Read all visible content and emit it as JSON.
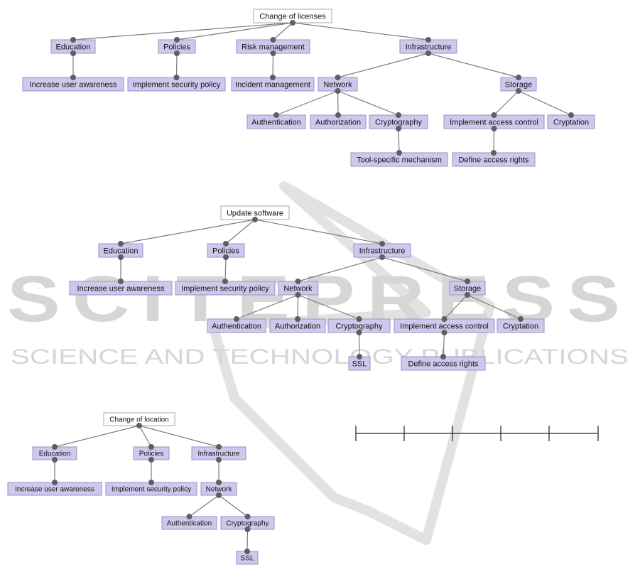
{
  "trees": [
    {
      "id": "tree-licenses",
      "root": {
        "id": "c0",
        "label": "Change of licenses"
      },
      "nodes": [
        {
          "id": "c1",
          "label": "Education",
          "parent": "c0"
        },
        {
          "id": "c2",
          "label": "Policies",
          "parent": "c0"
        },
        {
          "id": "c3",
          "label": "Risk management",
          "parent": "c0"
        },
        {
          "id": "c4",
          "label": "Infrastructure",
          "parent": "c0"
        },
        {
          "id": "c5",
          "label": "Increase user awareness",
          "parent": "c1"
        },
        {
          "id": "c6",
          "label": "Implement security policy",
          "parent": "c2"
        },
        {
          "id": "c7",
          "label": "Incident management",
          "parent": "c3"
        },
        {
          "id": "c8",
          "label": "Network",
          "parent": "c4"
        },
        {
          "id": "c9",
          "label": "Storage",
          "parent": "c4"
        },
        {
          "id": "c10",
          "label": "Authentication",
          "parent": "c8"
        },
        {
          "id": "c11",
          "label": "Authorization",
          "parent": "c8"
        },
        {
          "id": "c12",
          "label": "Cryptography",
          "parent": "c8"
        },
        {
          "id": "c13",
          "label": "Implement access control",
          "parent": "c9"
        },
        {
          "id": "c14",
          "label": "Cryptation",
          "parent": "c9"
        },
        {
          "id": "c15",
          "label": "Tool-specific mechanism",
          "parent": "c12"
        },
        {
          "id": "c16",
          "label": "Define access rights",
          "parent": "c13"
        }
      ]
    },
    {
      "id": "tree-update",
      "root": {
        "id": "u0",
        "label": "Update software"
      },
      "nodes": [
        {
          "id": "u1",
          "label": "Education",
          "parent": "u0"
        },
        {
          "id": "u2",
          "label": "Policies",
          "parent": "u0"
        },
        {
          "id": "u3",
          "label": "Infrastructure",
          "parent": "u0"
        },
        {
          "id": "u4",
          "label": "Increase user awareness",
          "parent": "u1"
        },
        {
          "id": "u5",
          "label": "Implement security policy",
          "parent": "u2"
        },
        {
          "id": "u6",
          "label": "Network",
          "parent": "u3"
        },
        {
          "id": "u7",
          "label": "Storage",
          "parent": "u3"
        },
        {
          "id": "u8",
          "label": "Authentication",
          "parent": "u6"
        },
        {
          "id": "u9",
          "label": "Authorization",
          "parent": "u6"
        },
        {
          "id": "u10",
          "label": "Cryptography",
          "parent": "u6"
        },
        {
          "id": "u11",
          "label": "Implement access control",
          "parent": "u7"
        },
        {
          "id": "u12",
          "label": "Cryptation",
          "parent": "u7"
        },
        {
          "id": "u13",
          "label": "SSL",
          "parent": "u10"
        },
        {
          "id": "u14",
          "label": "Define access rights",
          "parent": "u11"
        }
      ]
    },
    {
      "id": "tree-location",
      "root": {
        "id": "l0",
        "label": "Change of location"
      },
      "nodes": [
        {
          "id": "l1",
          "label": "Education",
          "parent": "l0"
        },
        {
          "id": "l2",
          "label": "Policies",
          "parent": "l0"
        },
        {
          "id": "l3",
          "label": "Infrastructure",
          "parent": "l0"
        },
        {
          "id": "l4",
          "label": "Increase user awareness",
          "parent": "l1"
        },
        {
          "id": "l5",
          "label": "Implement security policy",
          "parent": "l2"
        },
        {
          "id": "l6",
          "label": "Network",
          "parent": "l3"
        },
        {
          "id": "l7",
          "label": "Authentication",
          "parent": "l6"
        },
        {
          "id": "l8",
          "label": "Cryptography",
          "parent": "l6"
        },
        {
          "id": "l9",
          "label": "SSL",
          "parent": "l8"
        }
      ]
    }
  ],
  "watermark": {
    "line1": "SCITEPRESS",
    "line2": "SCIENCE AND TECHNOLOGY PUBLICATIONS"
  },
  "colors": {
    "node_fill": "#cfc8ec",
    "node_border": "#9a91c8",
    "root_fill": "#ffffff",
    "edge": "#7a7a7a",
    "watermark": "#d6d6d6"
  }
}
